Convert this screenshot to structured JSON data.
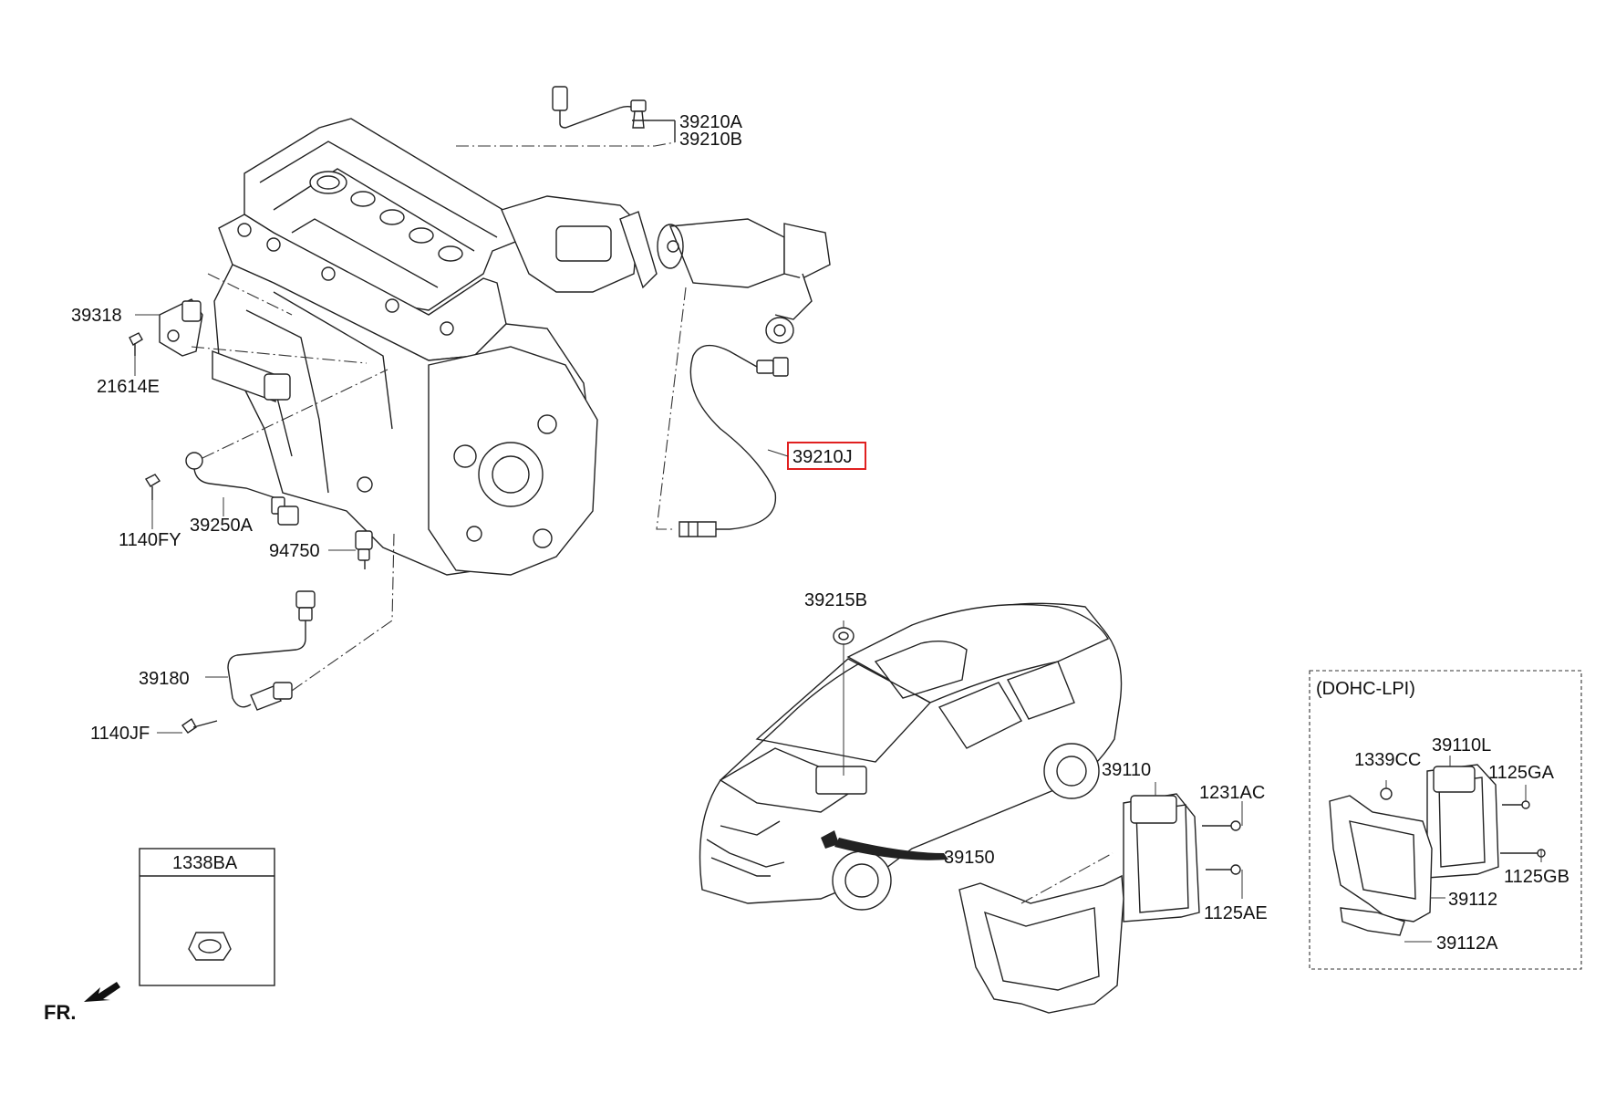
{
  "diagram": {
    "parts": {
      "p39210A": "39210A",
      "p39210B": "39210B",
      "p39318": "39318",
      "p21614E": "21614E",
      "p39210J": "39210J",
      "p1140FY": "1140FY",
      "p39250A": "39250A",
      "p94750": "94750",
      "p39215B": "39215B",
      "p39180": "39180",
      "p1140JF": "1140JF",
      "p39110": "39110",
      "p1231AC": "1231AC",
      "p39150": "39150",
      "p1125AE": "1125AE",
      "p1339CC": "1339CC",
      "p39110L": "39110L",
      "p1125GA": "1125GA",
      "p1125GB": "1125GB",
      "p39112": "39112",
      "p39112A": "39112A",
      "p1338BA": "1338BA"
    },
    "variant_box_title": "(DOHC-LPI)",
    "front_indicator": "FR.",
    "highlight_color": "#e02020",
    "line_color": "#222222"
  }
}
